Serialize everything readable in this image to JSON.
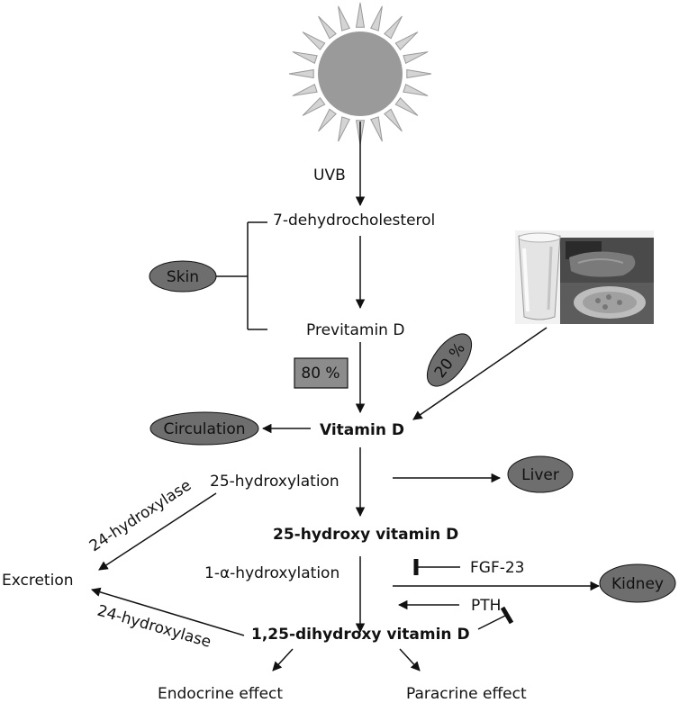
{
  "labels": {
    "uvb": "UVB",
    "dehydrocholesterol": "7-dehydrocholesterol",
    "previtamin_d": "Previtamin D",
    "vitamin_d": "Vitamin D",
    "hydroxylation_25": "25-hydroxylation",
    "hydroxy_vitamin_d_25": "25-hydroxy vitamin D",
    "hydroxylation_1a": "1-α-hydroxylation",
    "dihydroxy_vitamin_d": "1,25-dihydroxy vitamin D",
    "fgf23": "FGF-23",
    "pth": "PTH",
    "excretion": "Excretion",
    "hydroxylase_24_upper": "24-hydroxylase",
    "hydroxylase_24_lower": "24-hydroxylase",
    "endocrine_effect": "Endocrine effect",
    "paracrine_effect": "Paracrine effect",
    "skin_pct": "80 %",
    "diet_pct": "20 %"
  },
  "organs": {
    "skin": "Skin",
    "circulation": "Circulation",
    "liver": "Liver",
    "kidney": "Kidney"
  },
  "colors": {
    "pill_fill": "#6e6e6e",
    "box_fill": "#8c8c8c",
    "sun_disc": "#9a9a9a",
    "sun_rays": "#d4d4d4",
    "line": "#111111"
  },
  "images": {
    "diet_food": "milk-glass-and-food-plates"
  }
}
